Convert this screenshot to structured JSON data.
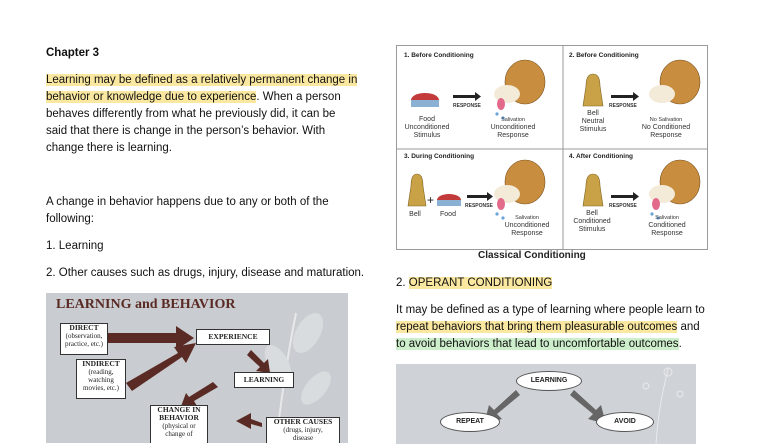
{
  "left": {
    "chapter": "Chapter 3",
    "para1_line1": "Learning may be defined as a relatively permanent change in",
    "para1_line2_hl": "behavior or knowledge due to experience",
    "para1_line2_rest": ". When a person",
    "para1_line3": "behaves differently from what he previously did, it can be",
    "para1_line4": "said that there is change in the person’s behavior. With",
    "para1_line5": "change there is learning.",
    "para2_line1": "A change in behavior happens due to any or both of the",
    "para2_line2": "following:",
    "item1": "1. Learning",
    "item2": "2. Other causes such as drugs, injury, disease and maturation."
  },
  "lb_figure": {
    "title": "LEARNING and BEHAVIOR",
    "direct": "DIRECT",
    "direct_sub1": "(observation,",
    "direct_sub2": "practice, etc.)",
    "indirect": "INDIRECT",
    "indirect_sub1": "(reading,",
    "indirect_sub2": "watching",
    "indirect_sub3": "movies, etc.)",
    "experience": "EXPERIENCE",
    "learning": "LEARNING",
    "change1": "CHANGE IN",
    "change2": "BEHAVIOR",
    "change3": "(physical or",
    "change4": "change of",
    "other1": "OTHER CAUSES",
    "other2": "(drugs, injury,",
    "other3": "disease"
  },
  "cc_figure": {
    "q1_title": "1. Before Conditioning",
    "q2_title": "2. Before Conditioning",
    "q3_title": "3. During Conditioning",
    "q4_title": "4. After Conditioning",
    "response": "RESPONSE",
    "salivation": "Salivation",
    "no_salivation": "No Salivation",
    "food": "Food",
    "bell": "Bell",
    "unconditioned": "Unconditioned",
    "stimulus": "Stimulus",
    "response_word": "Response",
    "neutral": "Neutral",
    "no_conditioned": "No Conditioned",
    "conditioned": "Conditioned",
    "title": "Classical Conditioning"
  },
  "right": {
    "heading_num": "2. ",
    "heading": "OPERANT CONDITIONING",
    "line1": "It may be defined as a type of learning where people learn to",
    "line2_hl": "repeat behaviors that bring them pleasurable outcomes",
    "line2_rest": " and",
    "line3_hl": "to avoid behaviors that lead to uncomfortable outcomes",
    "line3_rest": "."
  },
  "op_figure": {
    "learning": "LEARNING",
    "repeat": "REPEAT",
    "avoid": "AVOID"
  }
}
